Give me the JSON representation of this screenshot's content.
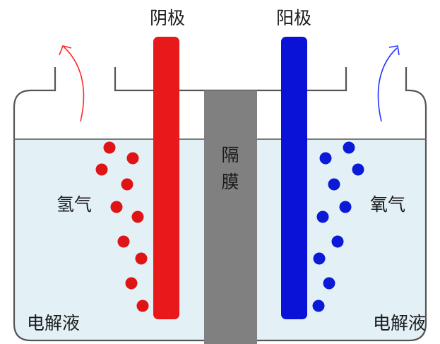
{
  "labels": {
    "cathode": "阴极",
    "anode": "阳极",
    "membrane_char_1": "隔",
    "membrane_char_2": "膜",
    "hydrogen": "氢气",
    "oxygen": "氧气",
    "electrolyte_left": "电解液",
    "electrolyte_right": "电解液"
  },
  "colors": {
    "cathode": "#e8191a",
    "anode": "#0a12d8",
    "membrane": "#808080",
    "electrolyte": "#e3f1f7",
    "hydrogen_bubble": "#e01414",
    "oxygen_bubble": "#0a1ad6",
    "hydrogen_arrow": "#ff2a2a",
    "oxygen_arrow": "#2233ff",
    "container_outline": "#555555"
  }
}
